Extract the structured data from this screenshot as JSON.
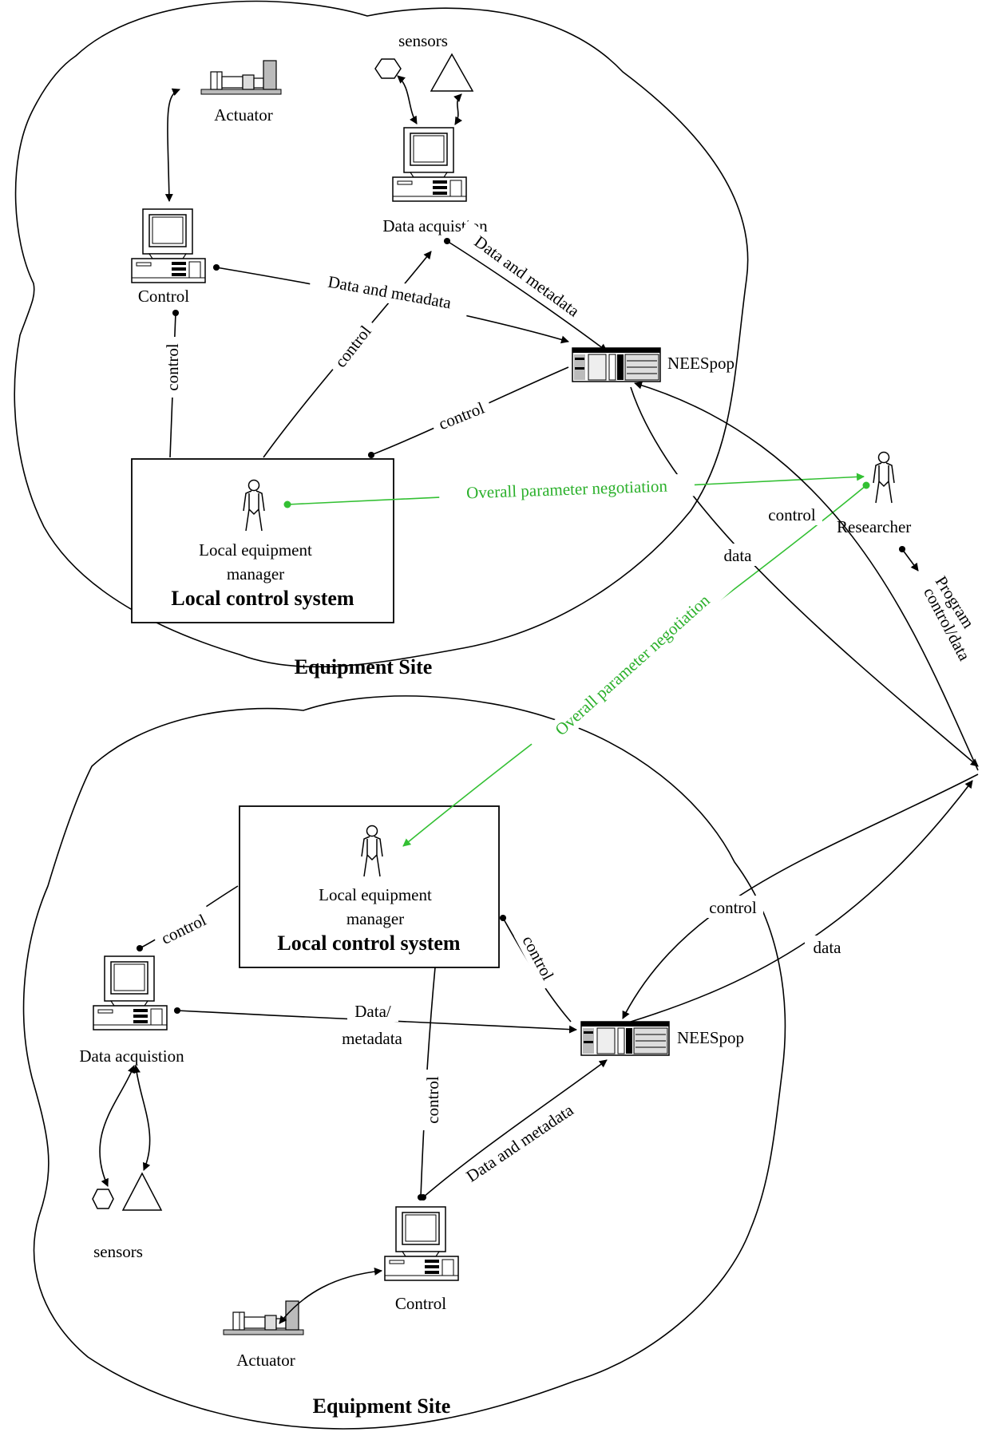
{
  "sites": [
    {
      "title": "Equipment Site",
      "actuator": "Actuator",
      "sensors": "sensors",
      "data_acq": "Data acquistion",
      "control": "Control",
      "neespop": "NEESpop",
      "manager": [
        "Local equipment",
        "manager"
      ],
      "system": "Local control system"
    },
    {
      "title": "Equipment Site",
      "actuator": "Actuator",
      "sensors": "sensors",
      "data_acq": "Data acquistion",
      "control": "Control",
      "neespop": "NEESpop",
      "manager": [
        "Local equipment",
        "manager"
      ],
      "system": "Local control system"
    }
  ],
  "researcher": "Researcher",
  "edge_labels": {
    "data_and_metadata": "Data and metadata",
    "control": "control",
    "data": "data",
    "data_slash": "Data/",
    "metadata": "metadata",
    "negotiation": "Overall parameter negotiation",
    "program": "Program",
    "control_data": "control/data"
  },
  "colors": {
    "negotiation": "#33c033",
    "ink": "#000000"
  }
}
